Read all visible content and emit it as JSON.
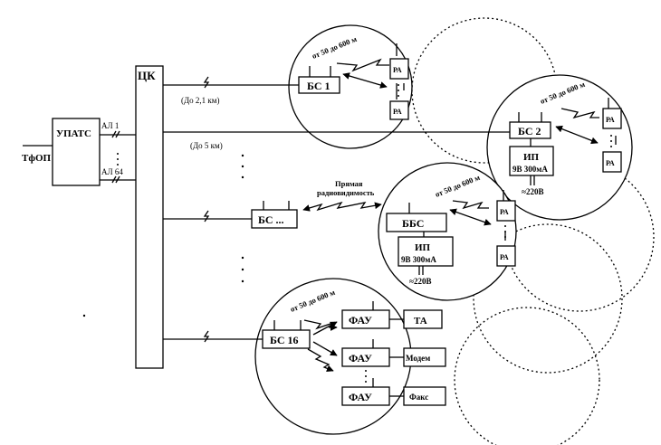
{
  "labels": {
    "tfop": "ТфОП",
    "upats": "УПАТС",
    "al1": "АЛ 1",
    "al64": "АЛ 64",
    "ck": "ЦК",
    "dist1": "(До 2,1 км)",
    "dist2": "(До 5 км)",
    "range": "от 50 до 600 м",
    "bs1": "БС 1",
    "bs2": "БС 2",
    "bsdots": "БС ...",
    "bs16": "БС 16",
    "bbs": "ББС",
    "ra": "РА",
    "ip": "ИП",
    "ip_spec": "9В 300мА",
    "mains": "≈220В",
    "los1": "Прямая",
    "los2": "радиовидимость",
    "fau": "ФАУ",
    "ta": "ТА",
    "modem": "Модем",
    "fax": "Факс"
  }
}
